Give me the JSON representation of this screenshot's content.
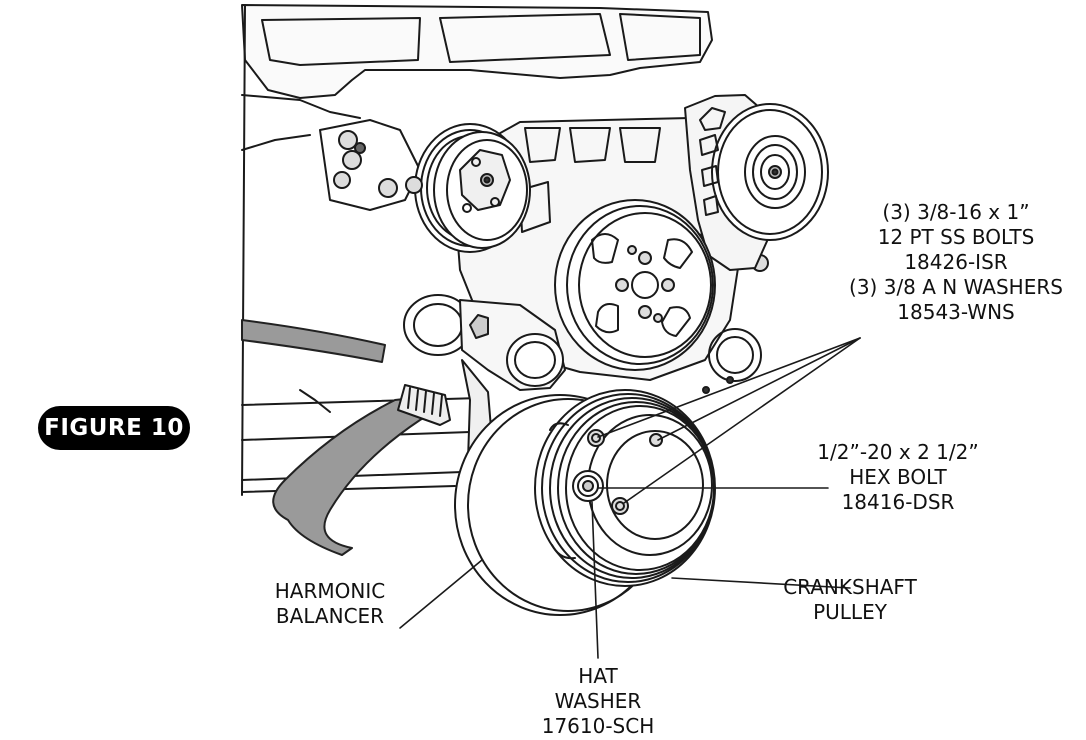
{
  "figure_label": "FIGURE 10",
  "callouts": {
    "bolts_12pt": {
      "lines": [
        "(3) 3/8-16 x 1”",
        "12 PT SS BOLTS",
        "18426-ISR",
        "(3) 3/8 A N WASHERS",
        "18543-WNS"
      ]
    },
    "hex_bolt": {
      "lines": [
        "1/2”-20 x 2 1/2”",
        "HEX BOLT",
        "18416-DSR"
      ]
    },
    "crankshaft_pulley": {
      "lines": [
        "CRANKSHAFT",
        "PULLEY"
      ]
    },
    "harmonic_balancer": {
      "lines": [
        "HARMONIC",
        "BALANCER"
      ]
    },
    "hat_washer": {
      "lines": [
        "HAT",
        "WASHER",
        "17610-SCH"
      ]
    }
  }
}
